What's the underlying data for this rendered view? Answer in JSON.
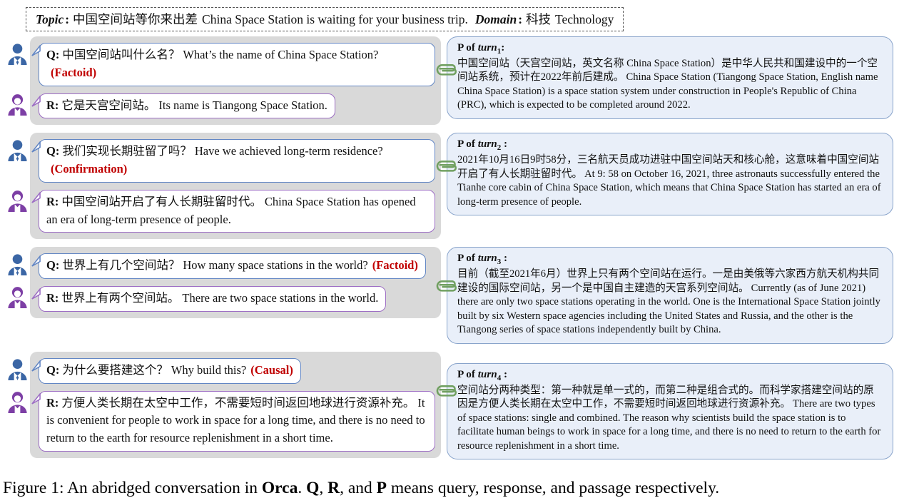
{
  "colors": {
    "query_border": "#6286c4",
    "response_border": "#9d6ec4",
    "type_red": "#c00000",
    "passage_bg": "#e9eff9",
    "passage_border": "#89a4cb",
    "group_bg": "#d9d9d9",
    "clip_green": "#71a061",
    "avatar_blue": "#3b66a5",
    "avatar_purple": "#7d3fa5"
  },
  "header": {
    "topic_label": "Topic",
    "topic_colon": ":",
    "topic_zh": "中国空间站等你来出差",
    "topic_en": "China Space Station is waiting for your business trip.",
    "domain_label": "Domain",
    "domain_colon": ":",
    "domain_zh": "科技",
    "domain_en": "Technology"
  },
  "conversation": {
    "turns": [
      {
        "query_prefix": "Q:",
        "query_zh": "中国空间站叫什么名？",
        "query_en": "What’s the name of China Space Station?",
        "query_type": "(Factoid)",
        "response_prefix": "R:",
        "response_zh": "它是天宫空间站。",
        "response_en": "Its name is Tiangong Space Station.",
        "passage_label": "P of ",
        "passage_term": "turn",
        "passage_index": "1",
        "passage_colon": ":",
        "passage_zh": "中国空间站（天宫空间站，英文名称 China Space Station）是中华人民共和国建设中的一个空间站系统，预计在2022年前后建成。",
        "passage_en": "China Space Station (Tiangong Space Station, English name China Space Station) is a space station system under construction in People's Republic of China (PRC), which is expected to be completed around 2022."
      },
      {
        "query_prefix": "Q:",
        "query_zh": "我们实现长期驻留了吗？",
        "query_en": "Have we achieved long-term residence?",
        "query_type": "(Confirmation)",
        "response_prefix": "R:",
        "response_zh": "中国空间站开启了有人长期驻留时代。",
        "response_en": "China Space Station has opened an era of long-term presence of people.",
        "passage_label": "P of ",
        "passage_term": "turn",
        "passage_index": "2",
        "passage_colon": " :",
        "passage_zh": "2021年10月16日9时58分，三名航天员成功进驻中国空间站天和核心舱，这意味着中国空间站开启了有人长期驻留时代。",
        "passage_en": "At 9: 58 on October 16, 2021, three astronauts successfully entered the Tianhe core cabin of China Space Station, which means that China Space Station has started an era of long-term presence of people."
      },
      {
        "query_prefix": "Q:",
        "query_zh": "世界上有几个空间站？",
        "query_en": "How many space stations in the world?",
        "query_type": "(Factoid)",
        "response_prefix": "R:",
        "response_zh": "世界上有两个空间站。",
        "response_en": "There are two space stations in the world.",
        "passage_label": "P of ",
        "passage_term": "turn",
        "passage_index": "3",
        "passage_colon": " :",
        "passage_zh": "目前（截至2021年6月）世界上只有两个空间站在运行。一是由美俄等六家西方航天机构共同建设的国际空间站，另一个是中国自主建造的天宫系列空间站。",
        "passage_en": "Currently (as of June 2021) there are only two space stations operating in the world. One is the International Space Station jointly built by six Western space agencies including the United States and Russia, and the other is the Tiangong series of space stations independently built by China."
      },
      {
        "query_prefix": "Q:",
        "query_zh": "为什么要搭建这个？",
        "query_en": "Why build this?",
        "query_type": "(Causal)",
        "response_prefix": "R:",
        "response_zh": "方便人类长期在太空中工作，不需要短时间返回地球进行资源补充。",
        "response_en": "It is convenient for people to work in space for a long time, and there is no need to return to the earth for resource replenishment in a short time.",
        "passage_label": "P of ",
        "passage_term": "turn",
        "passage_index": "4",
        "passage_colon": " :",
        "passage_zh": "空间站分两种类型：第一种就是单一式的，而第二种是组合式的。而科学家搭建空间站的原因是方便人类长期在太空中工作，不需要短时间返回地球进行资源补充。",
        "passage_en": "There are two types of space stations: single and combined. The reason why scientists build the space station is to facilitate human beings to work in space for a long time, and there is no need to return to the earth for resource replenishment in a short time."
      }
    ]
  },
  "caption": {
    "seg1": "Figure 1: An abridged conversation in ",
    "seg2": "Orca",
    "seg3": ". ",
    "seg4": "Q",
    "seg5": ", ",
    "seg6": "R",
    "seg7": ", and ",
    "seg8": "P",
    "seg9": " means query, response, and passage respectively."
  }
}
